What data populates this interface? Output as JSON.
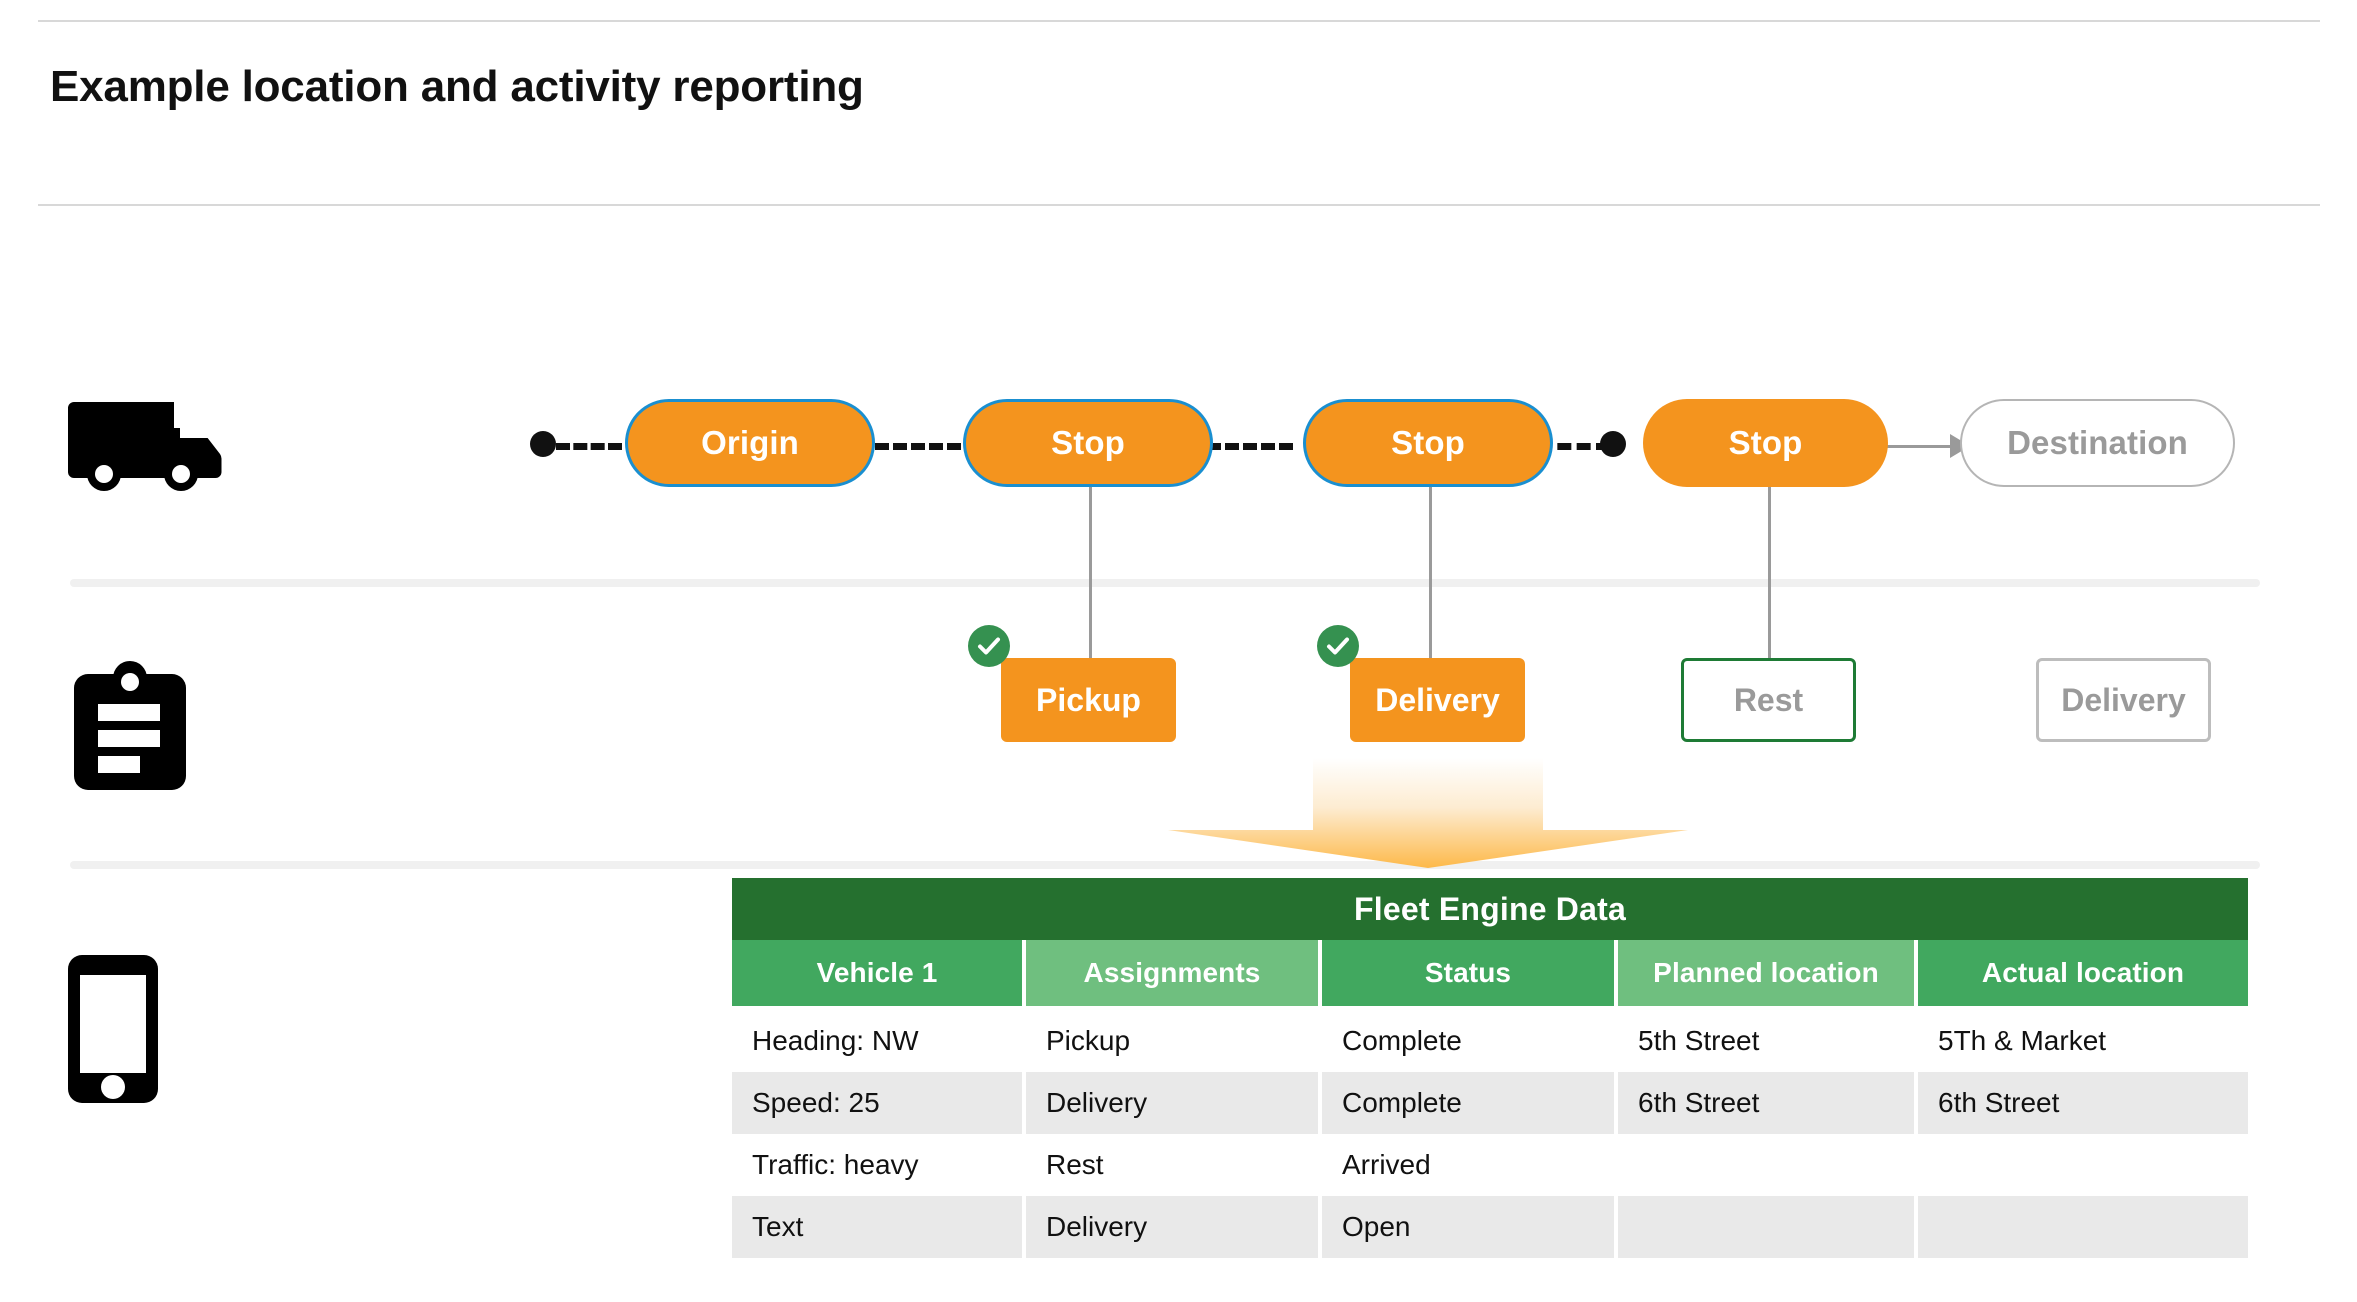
{
  "header": {
    "title": "Example location and activity reporting"
  },
  "rail": {
    "truck_icon": "truck-icon",
    "clipboard_icon": "clipboard-icon",
    "phone_icon": "smartphone-icon"
  },
  "route": {
    "nodes": [
      {
        "label": "Origin",
        "style": "filled"
      },
      {
        "label": "Stop",
        "style": "filled"
      },
      {
        "label": "Stop",
        "style": "filled"
      },
      {
        "label": "Stop",
        "style": "filled-noborder"
      },
      {
        "label": "Destination",
        "style": "ghost"
      }
    ]
  },
  "activities": [
    {
      "label": "Pickup",
      "style": "filled",
      "completed": true
    },
    {
      "label": "Delivery",
      "style": "filled",
      "completed": true
    },
    {
      "label": "Rest",
      "style": "outline-green",
      "completed": false
    },
    {
      "label": "Delivery",
      "style": "outline-gray",
      "completed": false
    }
  ],
  "table": {
    "title": "Fleet Engine Data",
    "columns": [
      "Vehicle 1",
      "Assignments",
      "Status",
      "Planned location",
      "Actual location"
    ],
    "rows": [
      [
        "Heading: NW",
        "Pickup",
        "Complete",
        "5th Street",
        "5Th & Market"
      ],
      [
        "Speed: 25",
        "Delivery",
        "Complete",
        "6th Street",
        "6th Street"
      ],
      [
        "Traffic: heavy",
        "Rest",
        "Arrived",
        "",
        ""
      ],
      [
        "Text",
        "Delivery",
        "Open",
        "",
        ""
      ]
    ]
  },
  "colors": {
    "orange": "#F4941E",
    "blue_border": "#1A8FD0",
    "green_check": "#359150",
    "green_dark": "#25702F",
    "green_header_dark": "#41A85F",
    "green_header_light": "#6FBF7F",
    "row_alt": "#e9e9e9",
    "gray_text": "#9a9a9a"
  }
}
